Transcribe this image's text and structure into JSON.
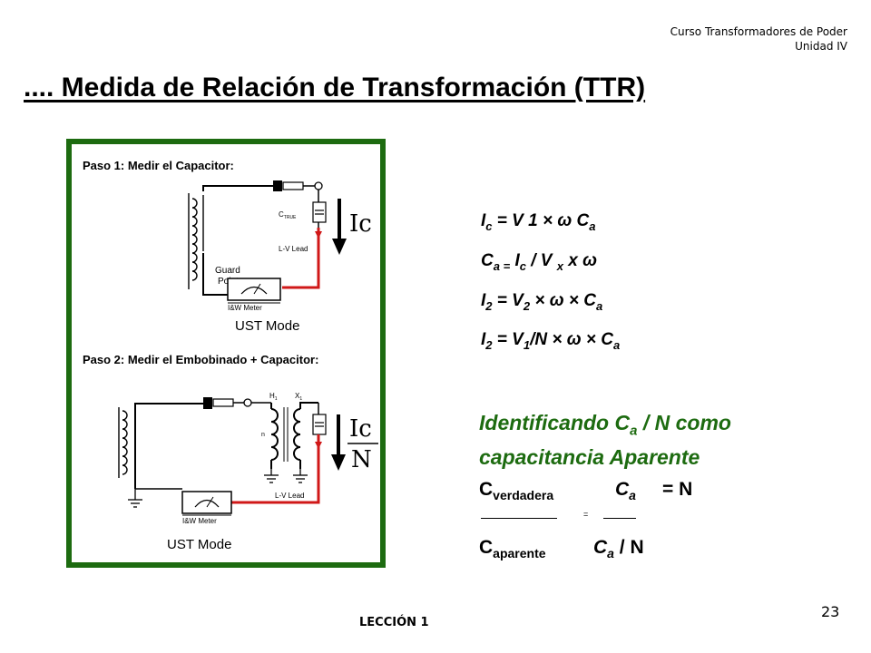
{
  "header": {
    "course": "Curso Transformadores de Poder",
    "unit": "Unidad IV"
  },
  "title": ".... Medida de Relación de Transformación (TTR)",
  "figure": {
    "step1": "Paso 1: Medir el Capacitor:",
    "step2": "Paso 2: Medir el Embobinado + Capacitor:",
    "c_true_c": "C",
    "c_true_sub": "TRUE",
    "lv_lead": "L-V Lead",
    "guard_line1": "Guard",
    "guard_line2": "Point",
    "meter": "I&W Meter",
    "mode": "UST Mode",
    "ic": "Ic",
    "n": "N",
    "h1": "H",
    "x1": "X",
    "one": "1",
    "n_small": "n"
  },
  "equations": {
    "eq1": {
      "a": "I",
      "a_sub": "c",
      "b": " = V 1 × ω C",
      "b_sub": "a"
    },
    "eq2": {
      "a": "C",
      "a_sub": "a =",
      "b": " I",
      "b_sub": "c",
      "c": "  / V ",
      "c_sub": "x",
      "d": "  x ω"
    },
    "eq3": {
      "a": "I",
      "a_sub": "2",
      "b": " = V",
      "b_sub": "2",
      "c": " × ω × C",
      "c_sub": "a"
    },
    "eq4": {
      "a": "I",
      "a_sub": "2",
      "b": " = V",
      "b_sub": "1",
      "c": "/N × ω × C",
      "c_sub": "a"
    }
  },
  "identify": {
    "part1": "Identificando C",
    "part1_sub": "a",
    "part2": " / N como capacitancia Aparente"
  },
  "ratio": {
    "c1": "C",
    "c1_sub": "verdadera",
    "c2": "C",
    "c2_sub": "a",
    "eqn": "= N",
    "equals_small": "=",
    "c3": "C",
    "c3_sub": "aparente",
    "c4": "C",
    "c4_sub": "a",
    "c4_tail": " / N"
  },
  "footer": {
    "lesson": "LECCIÓN 1",
    "page": "23"
  },
  "colors": {
    "frame": "#1d6b10",
    "lead_red": "#d01818",
    "identify": "#1d6b10"
  }
}
